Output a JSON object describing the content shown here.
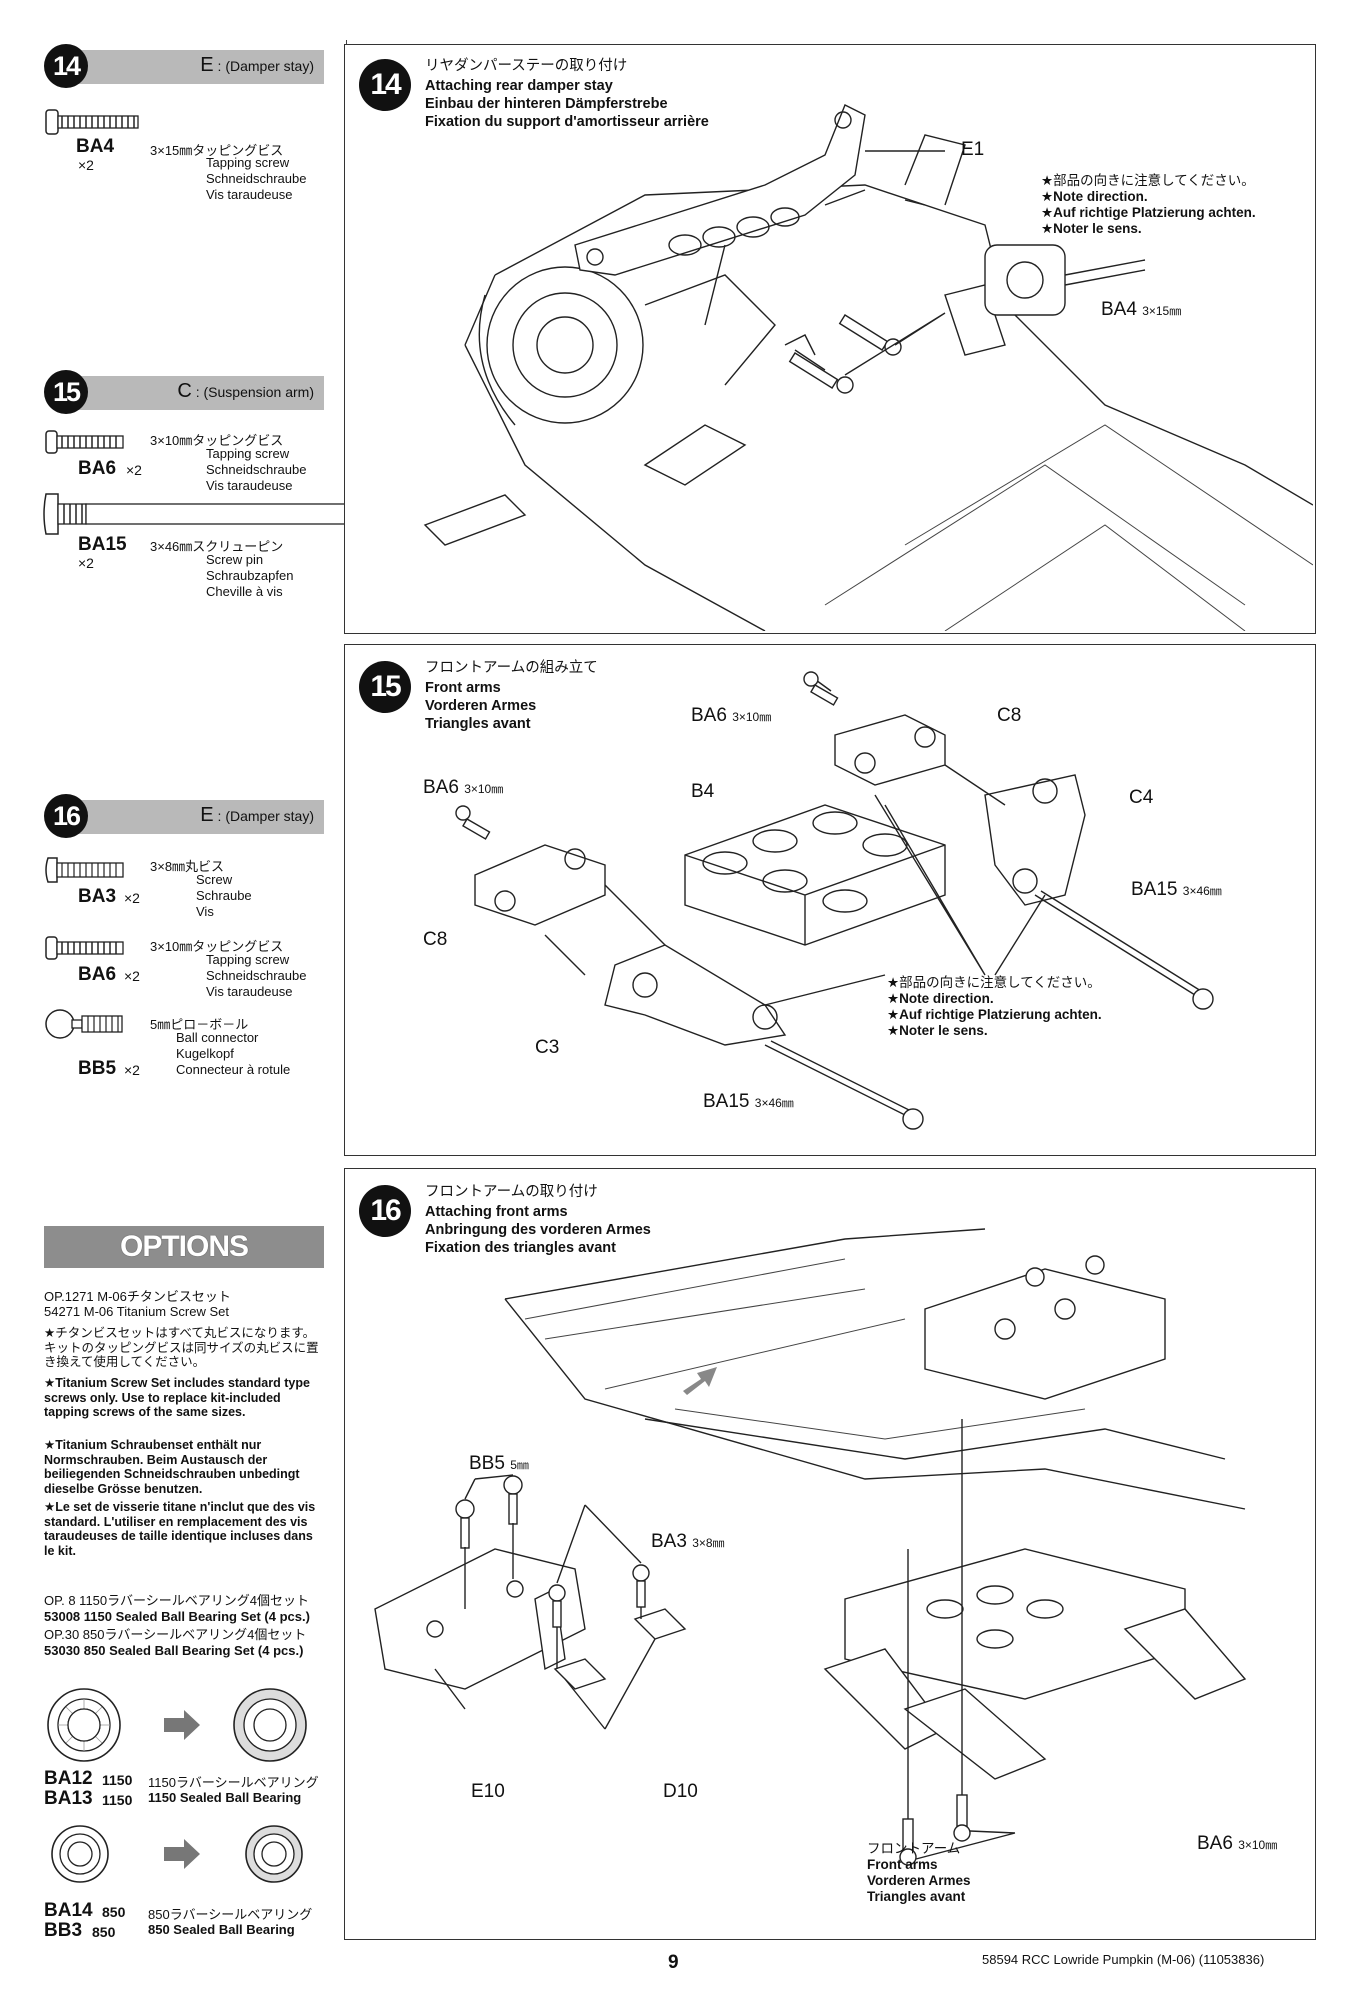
{
  "sidebar": {
    "step14": {
      "badge": "14",
      "bag_letter": "E",
      "bag_name": "(Damper stay)",
      "parts": [
        {
          "code": "BA4",
          "qty": "×2",
          "jp": "3×15㎜タッピングビス",
          "en": "Tapping screw",
          "de": "Schneidschraube",
          "fr": "Vis taraudeuse"
        }
      ]
    },
    "step15": {
      "badge": "15",
      "bag_letter": "C",
      "bag_name": "(Suspension arm)",
      "parts": [
        {
          "code": "BA6",
          "qty": "×2",
          "jp": "3×10㎜タッピングビス",
          "en": "Tapping screw",
          "de": "Schneidschraube",
          "fr": "Vis taraudeuse"
        },
        {
          "code": "BA15",
          "qty": "×2",
          "jp": "3×46㎜スクリューピン",
          "en": "Screw pin",
          "de": "Schraubzapfen",
          "fr": "Cheville à vis"
        }
      ]
    },
    "step16": {
      "badge": "16",
      "bag_letter": "E",
      "bag_name": "(Damper stay)",
      "parts": [
        {
          "code": "BA3",
          "qty": "×2",
          "jp": "3×8㎜丸ビス",
          "en": "Screw",
          "de": "Schraube",
          "fr": "Vis"
        },
        {
          "code": "BA6",
          "qty": "×2",
          "jp": "3×10㎜タッピングビス",
          "en": "Tapping screw",
          "de": "Schneidschraube",
          "fr": "Vis taraudeuse"
        },
        {
          "code": "BB5",
          "qty": "×2",
          "jp": "5㎜ピロ－ボ－ル",
          "en": "Ball connector",
          "de": "Kugelkopf",
          "fr": "Connecteur à rotule"
        }
      ]
    },
    "options": {
      "banner": "OPTIONS",
      "item1_l1": "OP.1271 M-06チタンビスセット",
      "item1_l2": "54271 M-06 Titanium Screw Set",
      "item1_jp": "★チタンビスセットはすべて丸ビスになります。キットのタッピングビスは同サイズの丸ビスに置き換えて使用してください。",
      "item1_en": "★Titanium Screw Set includes standard type screws only. Use to replace kit-included tapping screws of the same sizes.",
      "item1_de": "★Titanium Schraubenset enthält nur Normschrauben. Beim Austausch der beiliegenden Schneidschrauben unbedingt dieselbe Grösse benutzen.",
      "item1_fr": "★Le set de visserie titane n'inclut que des vis standard. L'utiliser en remplacement des vis taraudeuses de taille identique incluses dans le kit.",
      "item2_l1": "OP. 8 1150ラバーシールベアリング4個セット",
      "item2_l2": "53008 1150 Sealed Ball Bearing Set (4 pcs.)",
      "item3_l1": "OP.30 850ラバーシールベアリング4個セット",
      "item3_l2": "53030 850 Sealed Ball Bearing Set (4 pcs.)",
      "bearing1_code_a": "BA12",
      "bearing1_code_b": "BA13",
      "bearing1_size": "1150",
      "bearing1_jp": "1150ラバーシールベアリング",
      "bearing1_en": "1150 Sealed Ball Bearing",
      "bearing2_code_a": "BA14",
      "bearing2_code_b": "BB3",
      "bearing2_size": "850",
      "bearing2_jp": "850ラバーシールベアリング",
      "bearing2_en": "850 Sealed Ball Bearing"
    }
  },
  "panels": {
    "p14": {
      "badge": "14",
      "jp": "リヤダンパーステーの取り付け",
      "en": "Attaching rear damper stay",
      "de": "Einbau der hinteren Dämpferstrebe",
      "fr": "Fixation du support d'amortisseur arrière",
      "callout_e1": "E1",
      "callout_ba4": "BA4",
      "callout_ba4_size": "3×15㎜",
      "note": [
        "★部品の向きに注意してください。",
        "★Note direction.",
        "★Auf richtige Platzierung achten.",
        "★Noter le sens."
      ]
    },
    "p15": {
      "badge": "15",
      "jp": "フロントアームの組み立て",
      "en": "Front arms",
      "de": "Vorderen Armes",
      "fr": "Triangles avant",
      "labels": {
        "ba6_top": "BA6",
        "ba6_top_size": "3×10㎜",
        "c8_top": "C8",
        "ba6_left": "BA6",
        "ba6_left_size": "3×10㎜",
        "b4": "B4",
        "c4": "C4",
        "ba15_right": "BA15",
        "ba15_right_size": "3×46㎜",
        "c8_left": "C8",
        "c3": "C3",
        "ba15_bottom": "BA15",
        "ba15_bottom_size": "3×46㎜"
      },
      "note": [
        "★部品の向きに注意してください。",
        "★Note direction.",
        "★Auf richtige Platzierung achten.",
        "★Noter le sens."
      ]
    },
    "p16": {
      "badge": "16",
      "jp": "フロントアームの取り付け",
      "en": "Attaching front arms",
      "de": "Anbringung des vorderen Armes",
      "fr": "Fixation des triangles avant",
      "labels": {
        "bb5": "BB5",
        "bb5_size": "5㎜",
        "ba3": "BA3",
        "ba3_size": "3×8㎜",
        "e10": "E10",
        "d10": "D10",
        "ba6": "BA6",
        "ba6_size": "3×10㎜"
      },
      "front_arms": [
        "フロントアーム",
        "Front arms",
        "Vorderen Armes",
        "Triangles avant"
      ]
    }
  },
  "footer": {
    "page_number": "9",
    "model": "58594 RCC Lowride Pumpkin (M-06) (11053836)"
  }
}
